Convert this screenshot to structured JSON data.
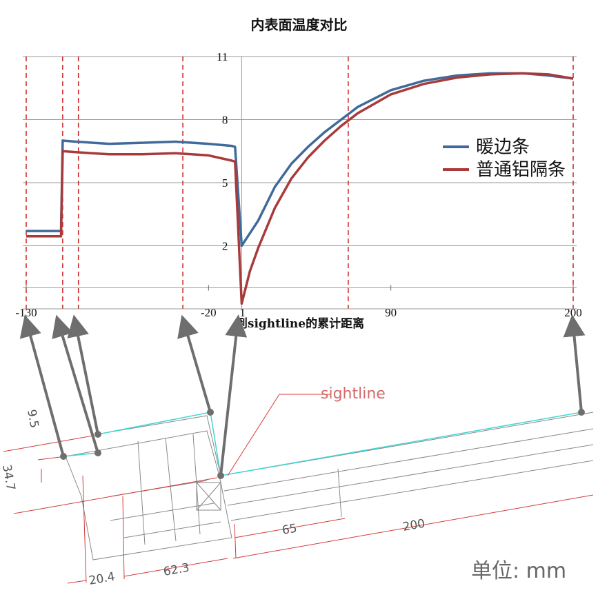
{
  "chart_data": {
    "type": "line",
    "title": "内表面温度对比",
    "xlabel": "到sightline的累计距离",
    "ylabel": "",
    "xlim": [
      -130,
      200
    ],
    "ylim": [
      -1,
      11
    ],
    "y_ticks": [
      2,
      5,
      8,
      11
    ],
    "y_tick_labels": [
      "2",
      "5",
      "8",
      "11"
    ],
    "y_gridlines": [
      0,
      2,
      5,
      8,
      11
    ],
    "x_tick_labels": [
      {
        "value": -130,
        "label": "-130"
      },
      {
        "value": -20,
        "label": "-20"
      },
      {
        "value": 0,
        "label": "1"
      },
      {
        "value": 90,
        "label": "90"
      },
      {
        "value": 200,
        "label": "200"
      }
    ],
    "grid": true,
    "legend": "right",
    "reference_lines_x": [
      -130,
      -108,
      -98.5,
      -35.5,
      64.3,
      200
    ],
    "series": [
      {
        "name": "暖边条",
        "color": "#3f6a9a",
        "x": [
          -130,
          -109,
          -108,
          -100,
          -80,
          -60,
          -40,
          -20,
          -6,
          -4,
          0,
          5,
          10,
          20,
          30,
          40,
          50,
          60,
          70,
          90,
          110,
          130,
          150,
          170,
          185,
          200
        ],
        "y": [
          2.7,
          2.7,
          7.0,
          6.95,
          6.85,
          6.9,
          6.95,
          6.85,
          6.75,
          6.7,
          2.0,
          2.6,
          3.2,
          4.8,
          5.9,
          6.7,
          7.4,
          8.0,
          8.6,
          9.4,
          9.85,
          10.1,
          10.2,
          10.2,
          10.1,
          9.95
        ]
      },
      {
        "name": "普通铝隔条",
        "color": "#a83a3a",
        "x": [
          -130,
          -109,
          -108,
          -100,
          -80,
          -60,
          -40,
          -20,
          -6,
          -4,
          0,
          5,
          10,
          20,
          30,
          40,
          50,
          60,
          70,
          90,
          110,
          130,
          150,
          170,
          185,
          200
        ],
        "y": [
          2.45,
          2.45,
          6.5,
          6.45,
          6.35,
          6.35,
          6.4,
          6.3,
          6.05,
          6.0,
          -0.75,
          0.8,
          1.9,
          3.8,
          5.2,
          6.2,
          7.0,
          7.7,
          8.3,
          9.2,
          9.7,
          10.0,
          10.15,
          10.2,
          10.15,
          9.95
        ]
      }
    ]
  },
  "diagram": {
    "sightline_label": "sightline",
    "dimensions": [
      "9.5",
      "34.7",
      "20.4",
      "62.3",
      "65",
      "200"
    ],
    "unit_label": "单位: mm",
    "colors": {
      "dimension": "#d43a3a",
      "glass_edge": "#3fd6d6",
      "profile": "#777777",
      "pointer": "#6e6e6e"
    }
  }
}
